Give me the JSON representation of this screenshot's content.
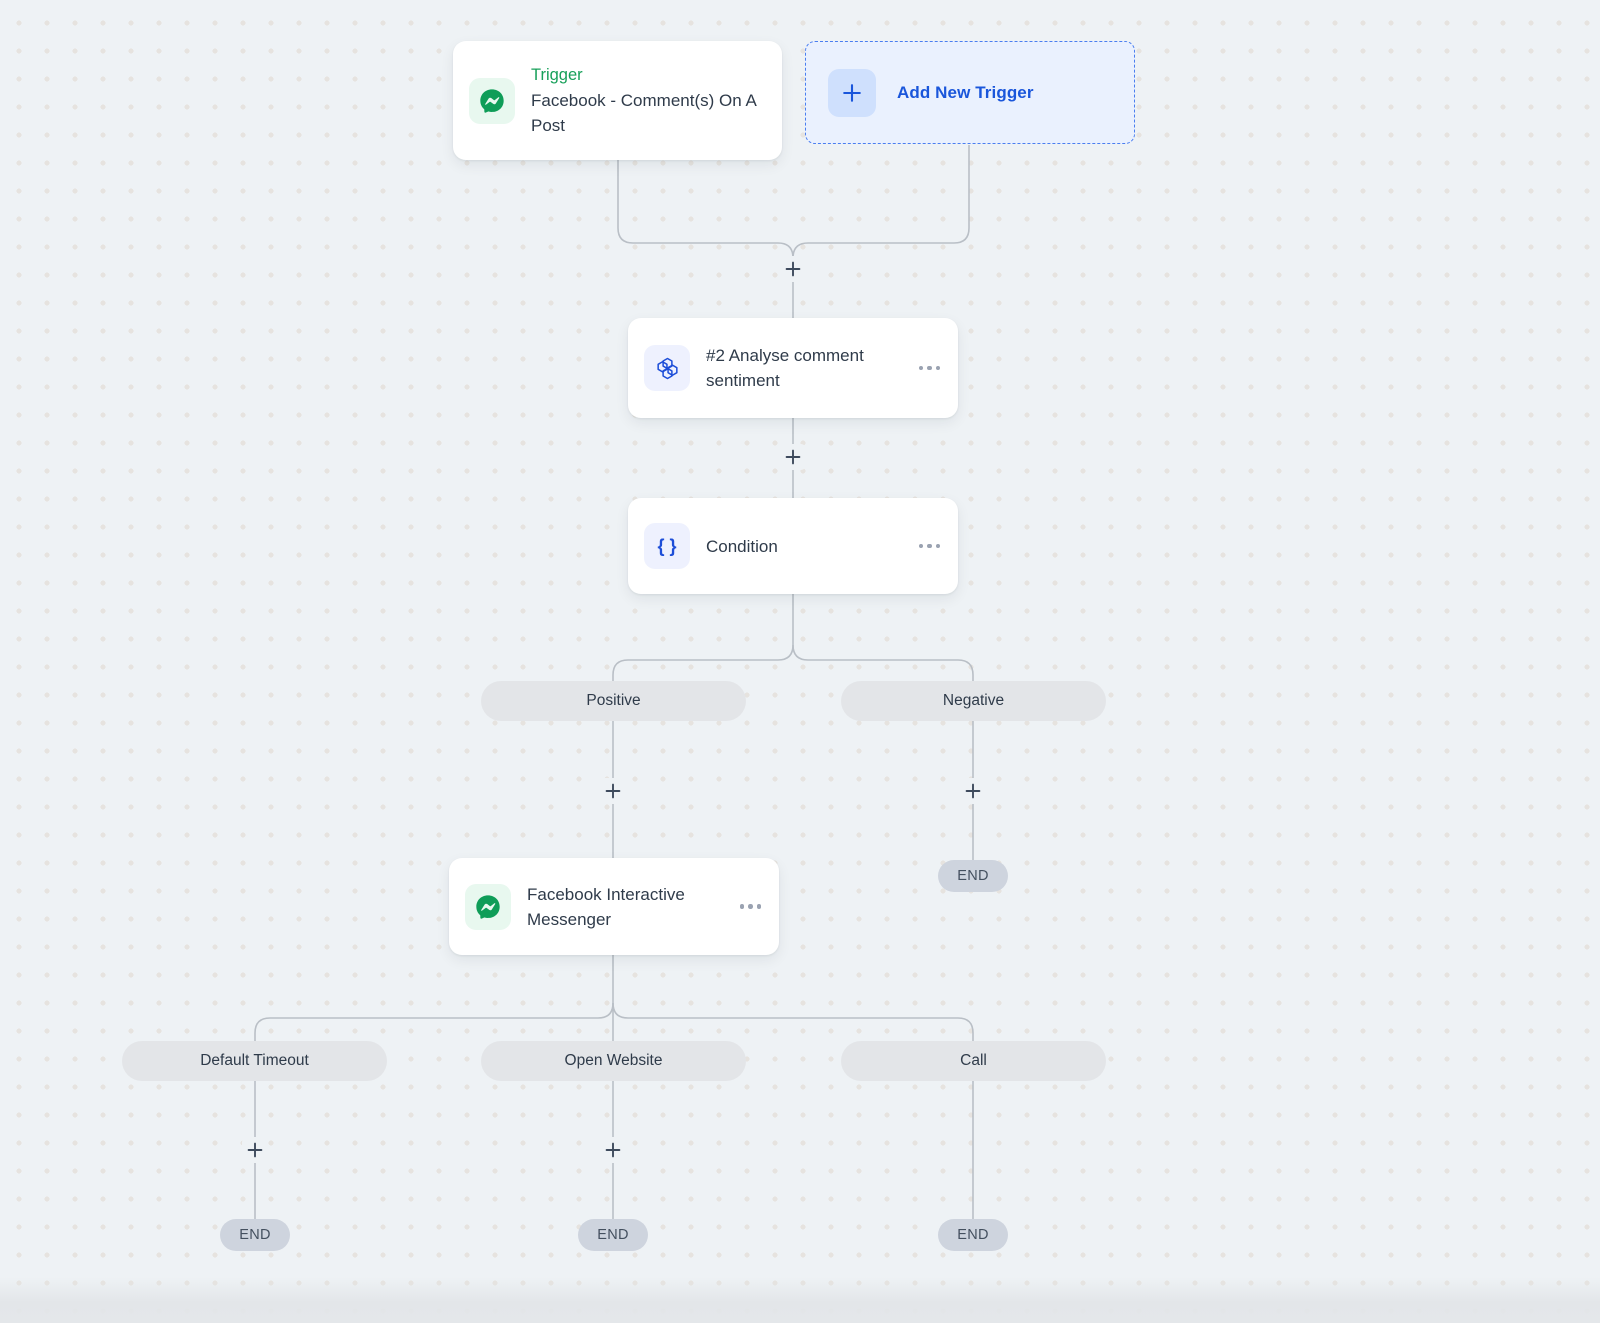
{
  "canvas": {
    "background_color": "#eef2f5",
    "dot_color": "#e6e3df",
    "wire_color": "#b9bfc6"
  },
  "trigger_card": {
    "icon": "facebook-messenger-icon",
    "icon_bg": "#e8f8ef",
    "icon_color": "#0f9d58",
    "label": "Trigger",
    "label_color": "#18a05a",
    "title": "Facebook - Comment(s) On A Post"
  },
  "add_trigger": {
    "icon": "plus-icon",
    "label": "Add New Trigger",
    "text_color": "#1a56db",
    "fill": "#eaf1fe",
    "border_color": "#4a7ef0"
  },
  "nodes": [
    {
      "id": "analyse-comment-sentiment",
      "icon": "openai-icon",
      "icon_bg": "#eef1fe",
      "icon_color": "#1d4ed8",
      "title": "#2 Analyse comment sentiment",
      "menu": "ellipsis-icon"
    },
    {
      "id": "condition",
      "icon": "curly-braces-icon",
      "icon_bg": "#eef1fe",
      "icon_color": "#1d4ed8",
      "title": "Condition",
      "menu": "ellipsis-icon"
    },
    {
      "id": "facebook-interactive-messenger",
      "icon": "facebook-messenger-icon",
      "icon_bg": "#e8f8ef",
      "icon_color": "#0f9d58",
      "title": "Facebook Interactive Messenger",
      "menu": "ellipsis-icon"
    }
  ],
  "condition_branches": [
    {
      "label": "Positive"
    },
    {
      "label": "Negative"
    }
  ],
  "messenger_branches": [
    {
      "label": "Default Timeout"
    },
    {
      "label": "Open Website"
    },
    {
      "label": "Call"
    }
  ],
  "end_badges": [
    {
      "label": "END"
    },
    {
      "label": "END"
    },
    {
      "label": "END"
    },
    {
      "label": "END"
    }
  ],
  "add_step_buttons": [
    {
      "name": "add-step-after-triggers"
    },
    {
      "name": "add-step-after-sentiment"
    },
    {
      "name": "add-step-positive-branch"
    },
    {
      "name": "add-step-negative-branch"
    },
    {
      "name": "add-step-default-timeout-branch"
    },
    {
      "name": "add-step-open-website-branch"
    }
  ]
}
